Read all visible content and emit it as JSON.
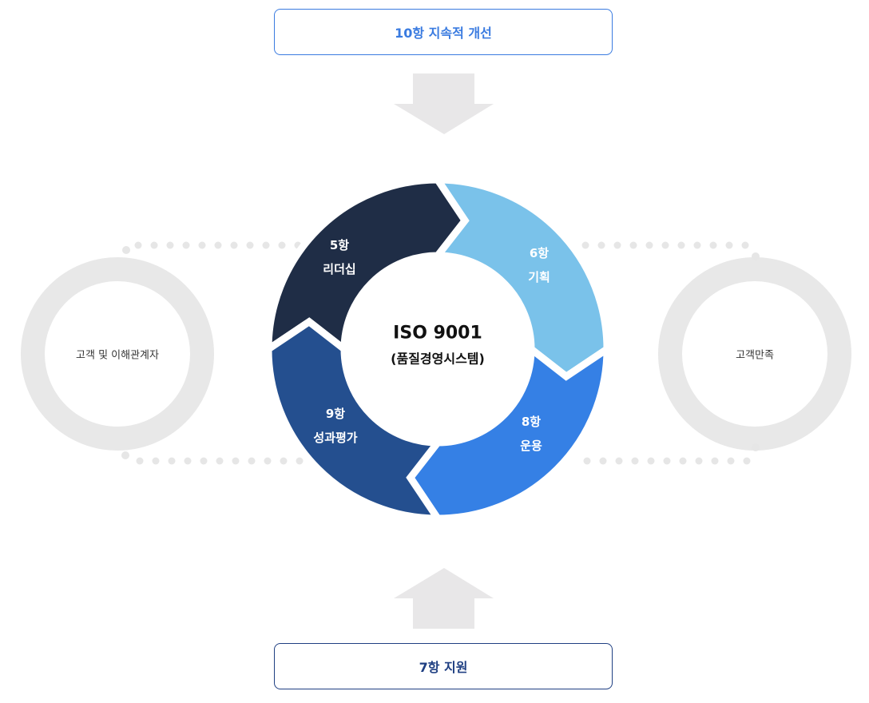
{
  "top_box": {
    "label": "10항 지속적 개선",
    "color": "#3a7be0"
  },
  "bottom_box": {
    "label": "7항 지원",
    "color": "#1f3f82"
  },
  "center": {
    "title": "ISO 9001",
    "subtitle": "(품질경영시스템)"
  },
  "segments": [
    {
      "num": "5항",
      "name": "리더십",
      "color": "#1f2d46"
    },
    {
      "num": "6항",
      "name": "기획",
      "color": "#7ac2ea"
    },
    {
      "num": "8항",
      "name": "운용",
      "color": "#3580e5"
    },
    {
      "num": "9항",
      "name": "성과평가",
      "color": "#244f8f"
    }
  ],
  "left_circle": {
    "label": "고객 및 이해관계자"
  },
  "right_circle": {
    "label": "고객만족"
  }
}
